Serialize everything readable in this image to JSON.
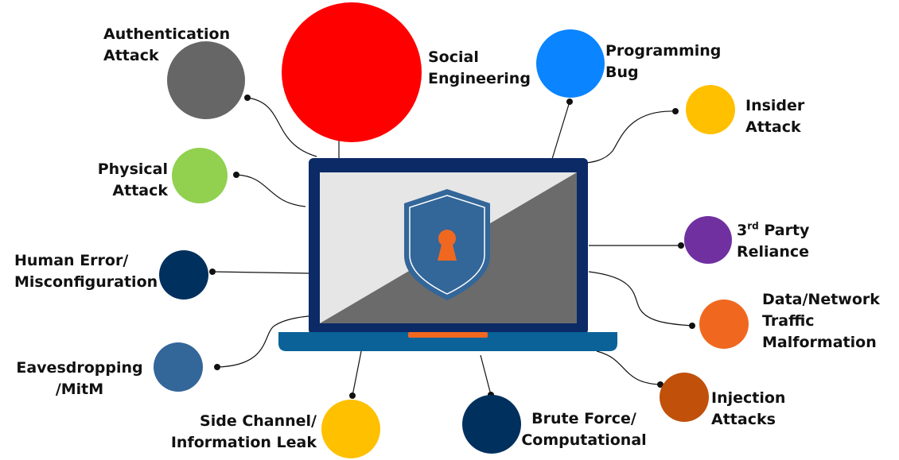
{
  "colors": {
    "social_engineering": "#ff0000",
    "authentication_attack": "#666666",
    "programming_bug": "#0a84ff",
    "insider_attack": "#ffc000",
    "physical_attack": "#92d050",
    "third_party_reliance": "#7030a0",
    "human_error": "#00305e",
    "data_network": "#f06820",
    "eavesdropping": "#336699",
    "injection": "#c0500a",
    "side_channel": "#ffc000",
    "brute_force": "#00305e",
    "laptop_frame": "#0b2a66",
    "laptop_base": "#0a6298",
    "shield": "#336699",
    "lock": "#f06820"
  },
  "labels": {
    "authentication_attack": [
      "Authentication",
      "Attack"
    ],
    "social_engineering": [
      "Social",
      "Engineering"
    ],
    "programming_bug": [
      "Programming",
      "Bug"
    ],
    "insider_attack": [
      "Insider",
      "Attack"
    ],
    "physical_attack": [
      "Physical",
      "Attack"
    ],
    "third_party_reliance": {
      "pre": "3",
      "sup": "rd",
      "post": " Party",
      "line2": "Reliance"
    },
    "human_error": [
      "Human Error/",
      "Misconfiguration"
    ],
    "data_network": [
      "Data/Network",
      "Traffic",
      "Malformation"
    ],
    "eavesdropping": [
      "Eavesdropping",
      "/MitM"
    ],
    "injection": [
      "Injection",
      "Attacks"
    ],
    "side_channel": [
      "Side Channel/",
      "Information Leak"
    ],
    "brute_force": [
      "Brute Force/",
      "Computational"
    ]
  },
  "icons": {
    "center": "laptop-icon",
    "shield": "shield-icon",
    "lock": "keyhole-icon"
  }
}
